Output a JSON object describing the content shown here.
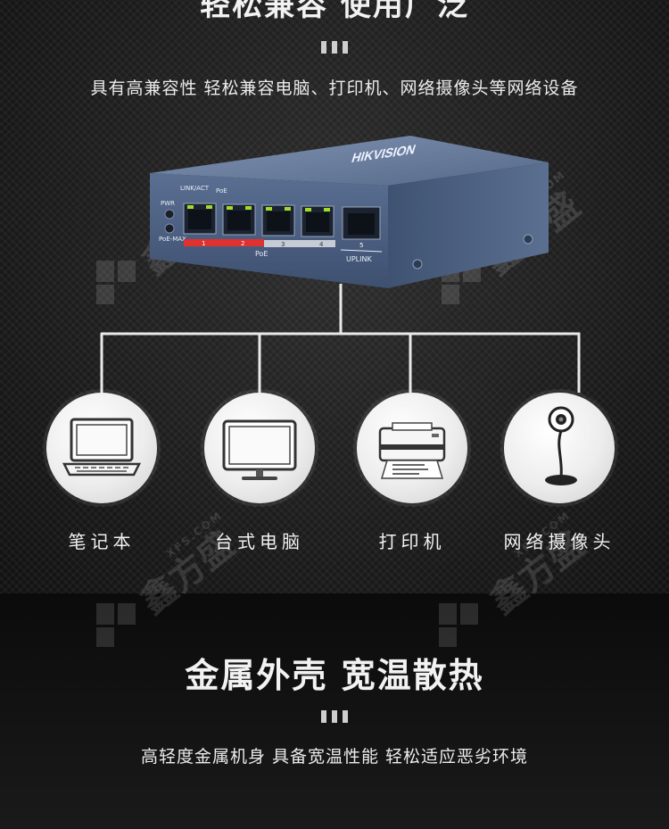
{
  "section_top": {
    "heading": "轻松兼容 使用广泛",
    "subtitle": "具有高兼容性 轻松兼容电脑、打印机、网络摄像头等网络设备"
  },
  "device": {
    "brand": "HIKVISION",
    "labels": {
      "pwr": "PWR",
      "poe_max": "PoE-MAX",
      "link_act": "LINK/ACT",
      "poe_led": "PoE",
      "poe_band": "PoE",
      "uplink": "UPLINK"
    },
    "port_numbers": [
      "1",
      "2",
      "3",
      "4",
      "5"
    ]
  },
  "devices": [
    {
      "icon": "laptop-icon",
      "label": "笔记本"
    },
    {
      "icon": "monitor-icon",
      "label": "台式电脑"
    },
    {
      "icon": "printer-icon",
      "label": "打印机"
    },
    {
      "icon": "webcam-icon",
      "label": "网络摄像头"
    }
  ],
  "watermark": {
    "text": "鑫方盛",
    "domain": "XFS.COM"
  },
  "section_bottom": {
    "heading": "金属外壳 宽温散热",
    "subtitle": "高轻度金属机身 具备宽温性能 轻松适应恶劣环境"
  },
  "colors": {
    "background": "#151515",
    "device_body": "#4a5f80",
    "led_green": "#9fdc2a",
    "poe_band": "#e03030"
  }
}
